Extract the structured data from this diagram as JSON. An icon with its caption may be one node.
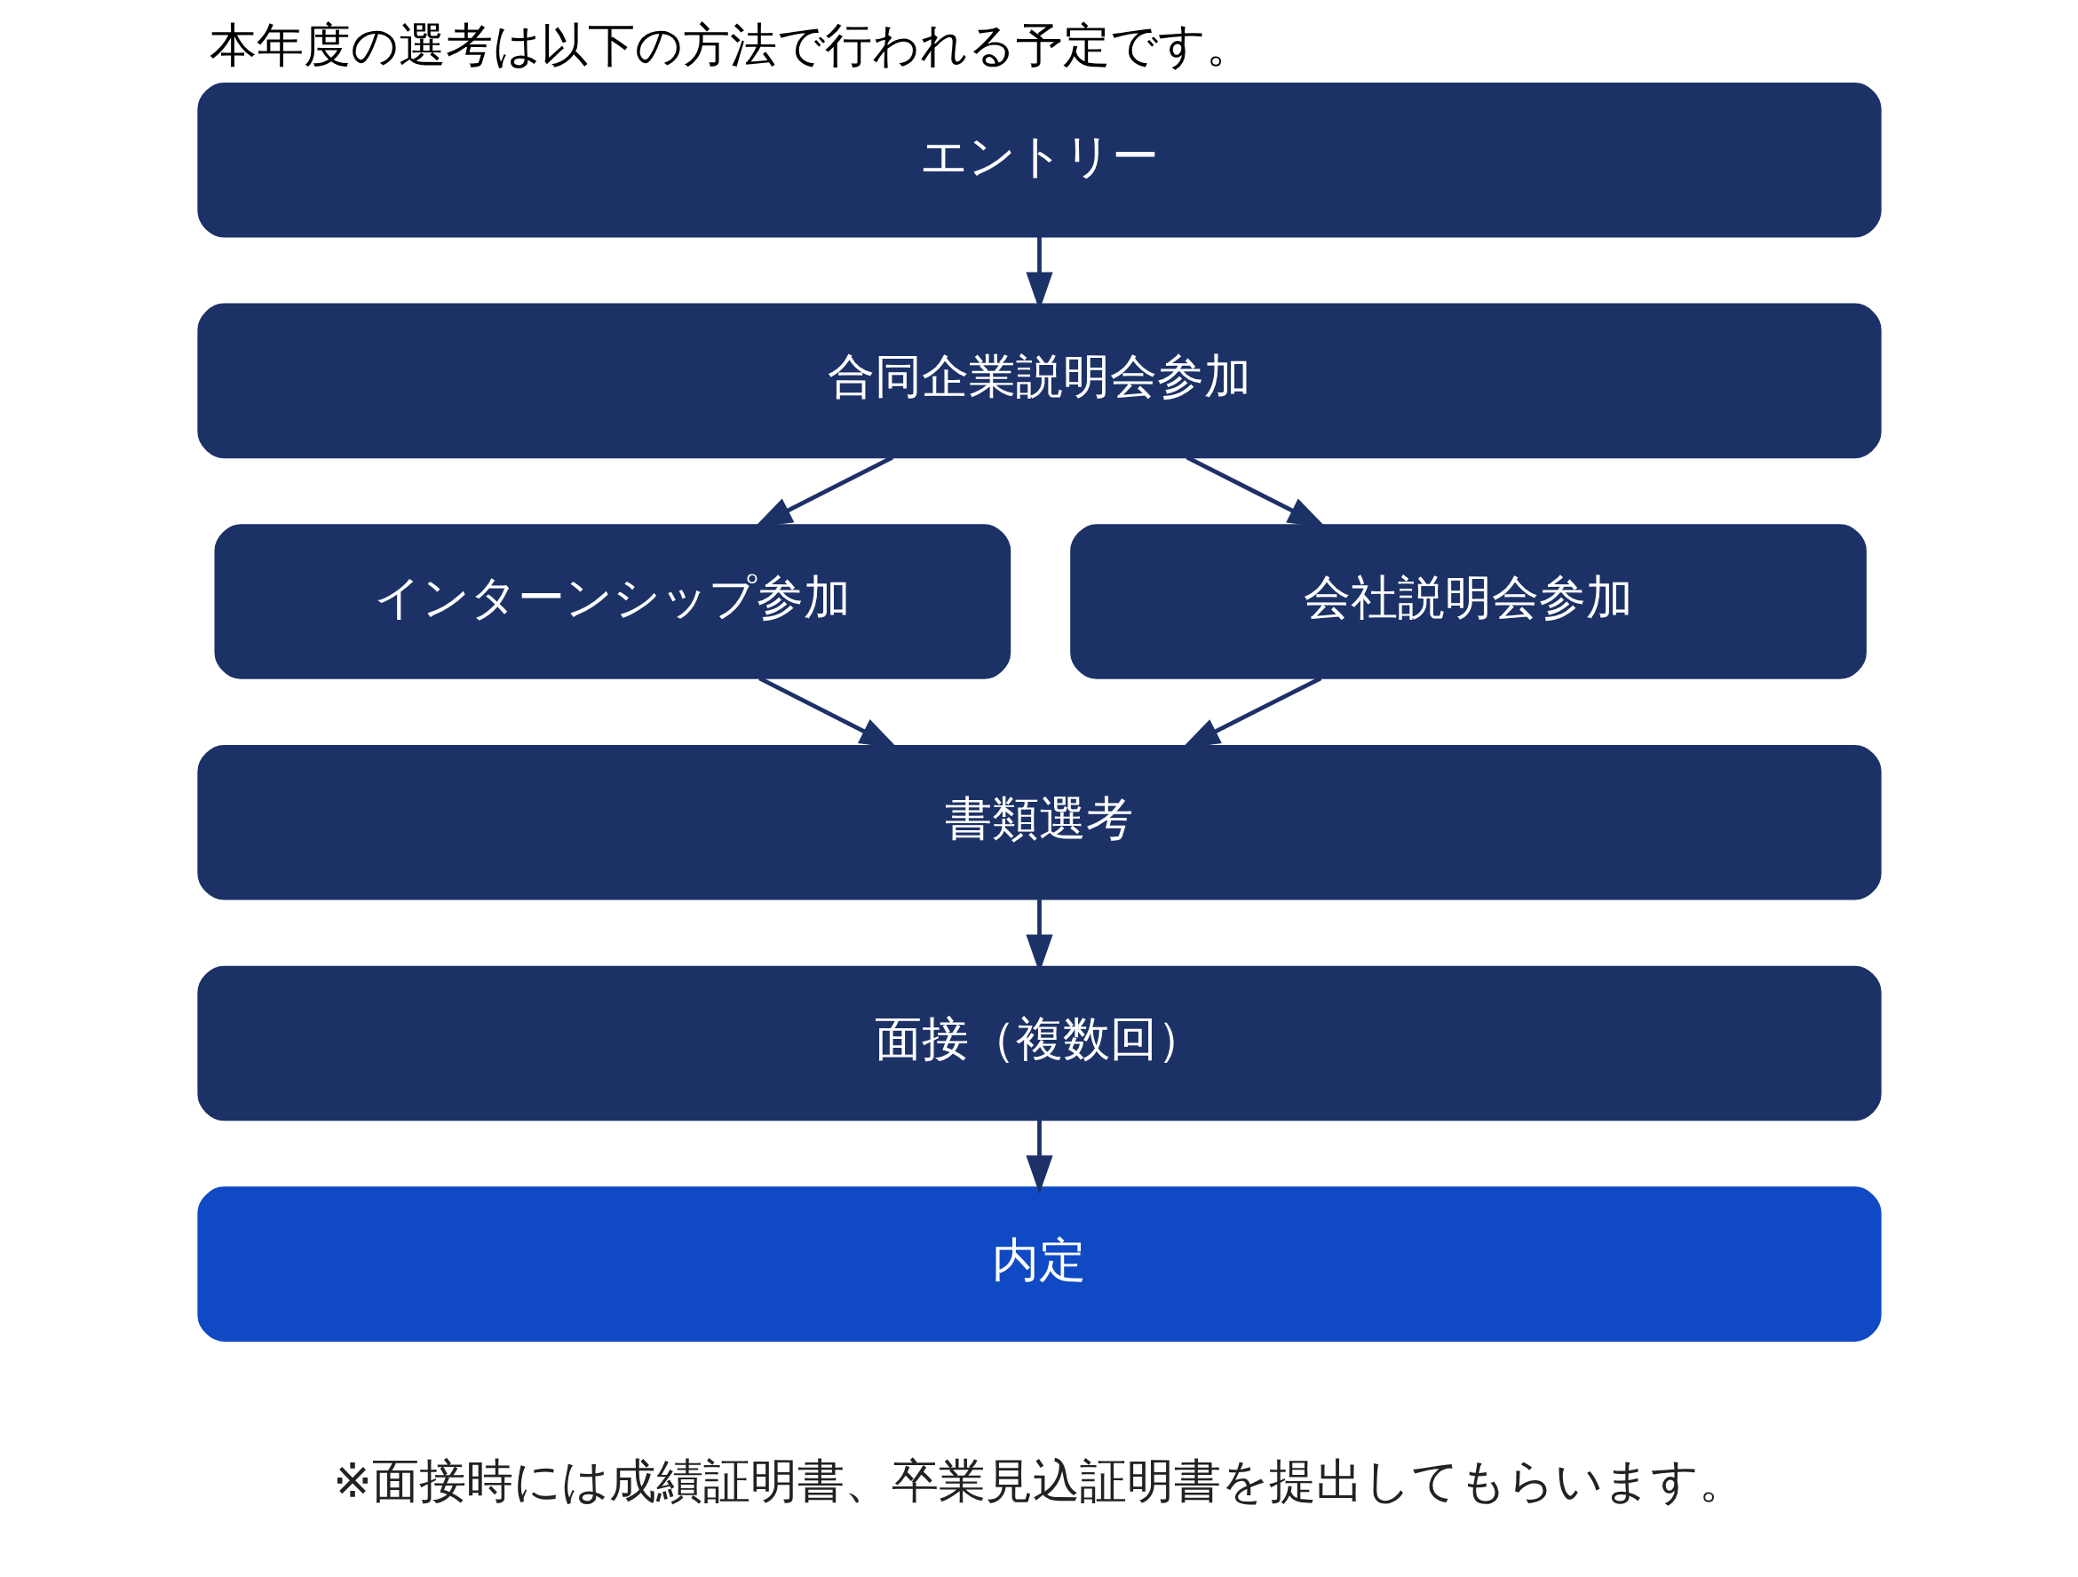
{
  "diagram": {
    "title": "本年度の選考は以下の方法で行われる予定です。",
    "nodes": [
      {
        "text": [
          "エントリー"
        ]
      },
      {
        "text": [
          "合同企業説明会参加"
        ]
      },
      {
        "text": [
          "インターンシップ参加"
        ]
      },
      {
        "text": [
          "会社説明会参加"
        ]
      },
      {
        "text": [
          "書類選考"
        ]
      },
      {
        "text": [
          "面接（複数回）"
        ]
      },
      {
        "text": [
          "内定"
        ]
      }
    ],
    "edges": [
      {
        "from": 0,
        "to": 1,
        "arrow": "to"
      },
      {
        "from": 1,
        "to": 2,
        "arrow": "to"
      },
      {
        "from": 1,
        "to": 3,
        "arrow": "to"
      },
      {
        "from": 2,
        "to": 4,
        "arrow": "to"
      },
      {
        "from": 3,
        "to": 4,
        "arrow": "to"
      },
      {
        "from": 4,
        "to": 5,
        "arrow": "to"
      },
      {
        "from": 5,
        "to": 6,
        "arrow": "to"
      }
    ],
    "labels": [
      "※面接時には成績証明書、卒業見込証明書を提出してもらいます。"
    ]
  }
}
